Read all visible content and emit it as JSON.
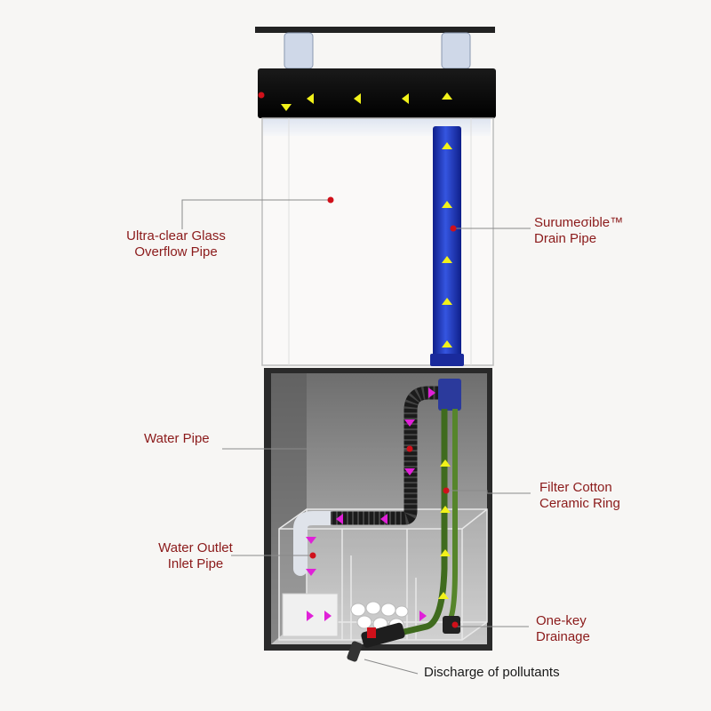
{
  "labels": {
    "glass_pipe": [
      "Ultra-clear Glass",
      "Overflow Pipe"
    ],
    "drain_pipe": [
      "Surumeσible™",
      "Drain Pipe"
    ],
    "water_pipe": "Water Pipe",
    "filter": [
      "Filter Cotton",
      "Ceramic Ring"
    ],
    "outlet": [
      "Water Outlet",
      "Inlet Pipe"
    ],
    "drainage": [
      "One-key",
      "Drainage"
    ],
    "discharge": "Discharge of pollutants"
  },
  "colors": {
    "label_red": "#8b1a1a",
    "callout_dot": "#d0101a",
    "drain_pipe_blue": "#1f35b8",
    "flow_arrow_yellow": "#f2f21a",
    "flow_arrow_magenta": "#e020d8",
    "hose_green": "#3f6b1e",
    "cabinet_dark": "#2a2a2a"
  },
  "icons": {
    "flow_up": "arrow-up-icon",
    "flow_left": "arrow-left-icon",
    "flow_down": "arrow-down-icon",
    "flow_right": "arrow-right-icon"
  }
}
